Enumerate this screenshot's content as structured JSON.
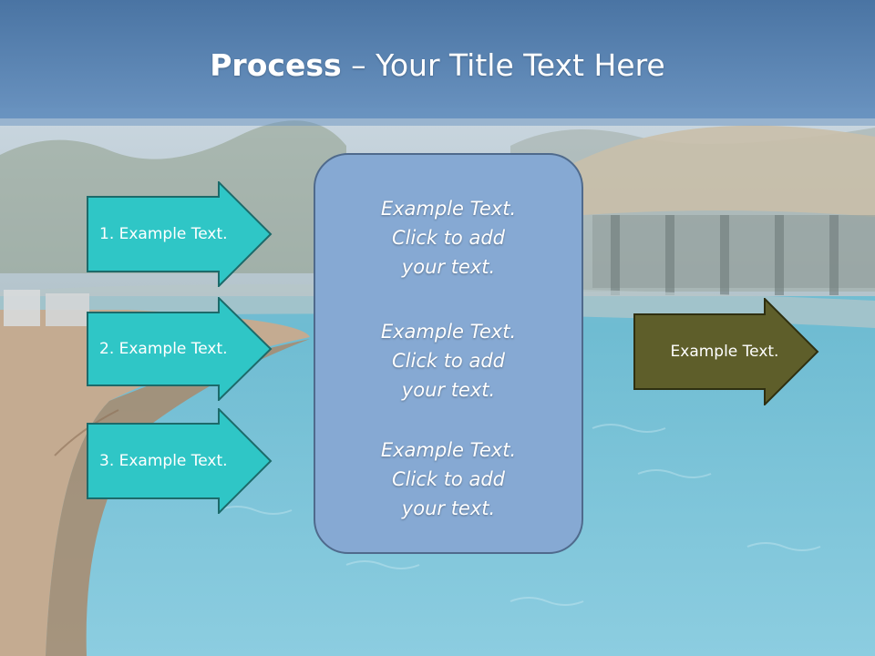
{
  "title": {
    "bold": "Process",
    "rest": " – Your Title Text Here"
  },
  "left_arrows": [
    {
      "label": "1. Example Text."
    },
    {
      "label": "2. Example Text."
    },
    {
      "label": "3. Example Text."
    }
  ],
  "center": {
    "paragraphs": [
      {
        "lines": [
          "Example Text.",
          "Click  to add",
          "your text."
        ]
      },
      {
        "lines": [
          "Example Text.",
          "Click  to add",
          "your text."
        ]
      },
      {
        "lines": [
          "Example Text.",
          "Click  to add",
          "your text."
        ]
      }
    ]
  },
  "right_arrow": {
    "label": "Example Text."
  },
  "colors": {
    "left_arrow_fill": "#2fc6c6",
    "left_arrow_stroke": "#1c6a6a",
    "center_fill": "#86a9d3",
    "right_arrow_fill": "#5e5e2a",
    "right_arrow_stroke": "#2f2f10"
  }
}
